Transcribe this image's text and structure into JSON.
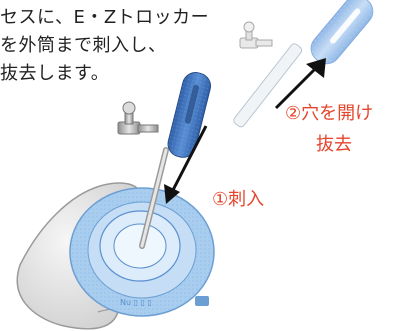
{
  "instruction": {
    "line1": "セスに、E・Zトロッカー",
    "line2": "を外筒まで刺入し、",
    "line3": "抜去します。"
  },
  "steps": {
    "insert_label": "①刺入",
    "remove_label_line1": "②穴を開け",
    "remove_label_line2": "抜去"
  },
  "colors": {
    "label_red": "#e6442b",
    "port_blue": "#a9cdef",
    "handle_blue": "#3d6fb8",
    "arrow_black": "#111111"
  }
}
